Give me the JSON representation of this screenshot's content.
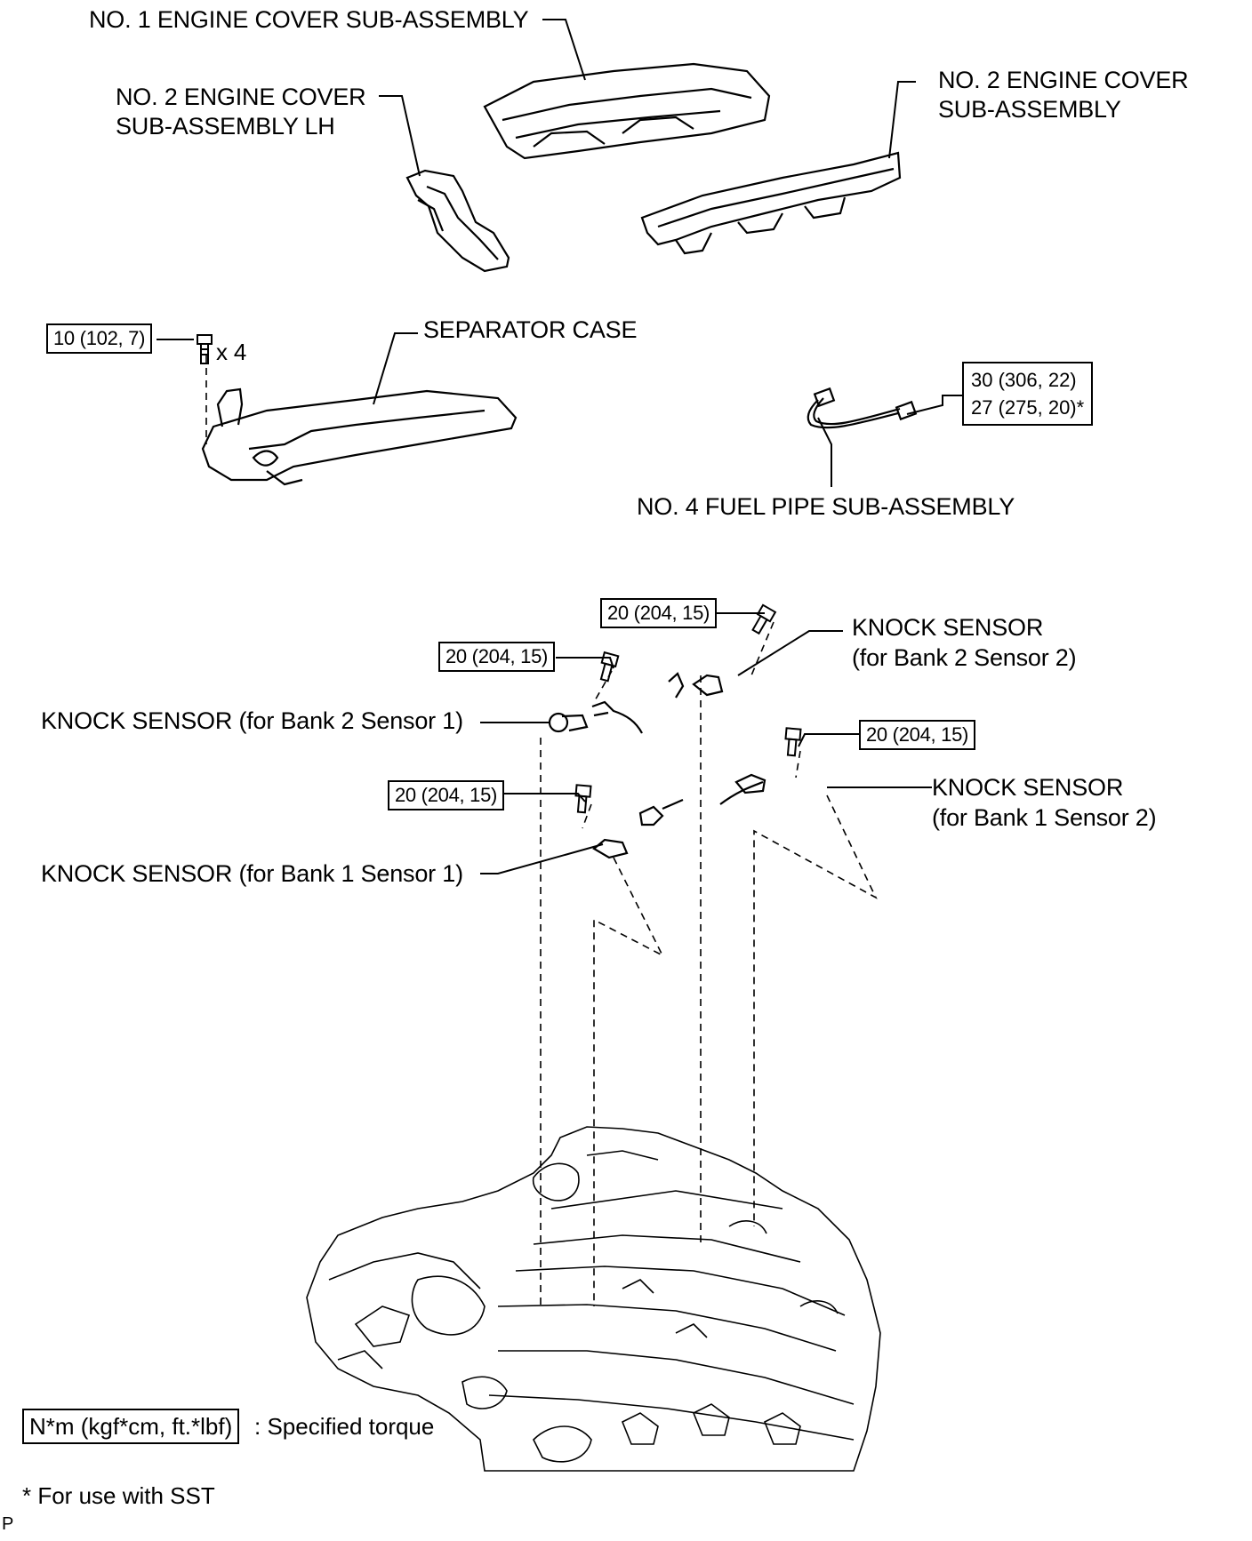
{
  "labels": {
    "no1_engine_cover": "NO. 1 ENGINE COVER SUB-ASSEMBLY",
    "no2_engine_cover_lh_line1": "NO. 2 ENGINE COVER",
    "no2_engine_cover_lh_line2": "SUB-ASSEMBLY LH",
    "no2_engine_cover_line1": "NO. 2 ENGINE COVER",
    "no2_engine_cover_line2": "SUB-ASSEMBLY",
    "separator_case": "SEPARATOR CASE",
    "fuel_pipe": "NO. 4 FUEL PIPE SUB-ASSEMBLY",
    "knock_b2s2_line1": "KNOCK SENSOR",
    "knock_b2s2_line2": "(for Bank 2 Sensor 2)",
    "knock_b2s1": "KNOCK SENSOR (for Bank 2 Sensor 1)",
    "knock_b1s2_line1": "KNOCK SENSOR",
    "knock_b1s2_line2": "(for Bank 1 Sensor 2)",
    "knock_b1s1": "KNOCK SENSOR (for Bank 1 Sensor 1)",
    "bolt_count": "x 4"
  },
  "torques": {
    "separator_bolt": "10 (102, 7)",
    "fuel_pipe_line1": "30 (306, 22)",
    "fuel_pipe_line2": "27 (275, 20)*",
    "knock_b2s2": "20 (204, 15)",
    "knock_b2s1": "20 (204, 15)",
    "knock_b1s2": "20 (204, 15)",
    "knock_b1s1": "20 (204, 15)"
  },
  "legend": {
    "unit_box": "N*m (kgf*cm, ft.*lbf)",
    "unit_text": ": Specified torque",
    "sst_note": "* For use with SST",
    "corner_mark": "P"
  }
}
